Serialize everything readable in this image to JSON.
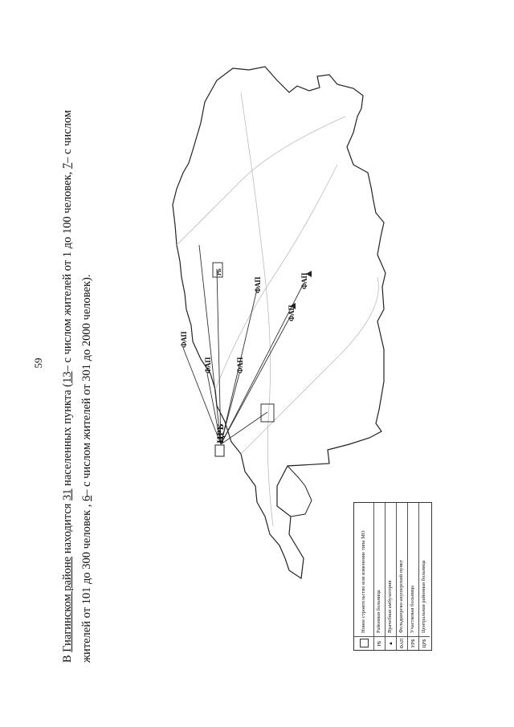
{
  "page_number": "59",
  "paragraph": {
    "line1": {
      "prefix": "В ",
      "district": "Гиагинском районе",
      "mid1": " находится ",
      "count": "31",
      "mid2": " населенных пункта (",
      "small_count": "13",
      "mid3": "– с числом жителей от 1 до 100 человек, ",
      "medium_count": "7",
      "mid4": "– с числом"
    },
    "line2": {
      "prefix": "жителей от 101 до 300 человек , ",
      "large_count": "6",
      "suffix": "– с числом жителей от 301 до 2000 человек)."
    }
  },
  "map": {
    "center_label": "ЦРБ",
    "fap_label": "ФАП",
    "rb_label": "РБ",
    "line_color": "#333333",
    "outline_color": "#222222"
  },
  "legend": {
    "rows": [
      {
        "symbol": "box",
        "text": "Новое строительство или изменение типа МО"
      },
      {
        "symbol": "РБ",
        "text": "Районная больница"
      },
      {
        "symbol": "▲",
        "text": "Врачебная амбулатория"
      },
      {
        "symbol": "ФАП",
        "text": "Фельдшерско-акушерский пункт"
      },
      {
        "symbol": "УРБ",
        "text": "Участковая больница"
      },
      {
        "symbol": "ЦРБ",
        "text": "Центральная районная больница"
      }
    ]
  }
}
